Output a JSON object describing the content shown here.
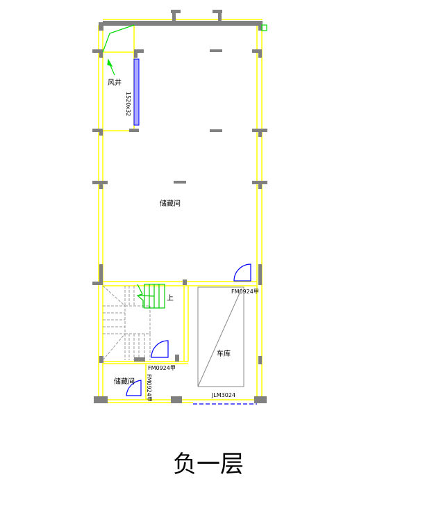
{
  "title": "负一层",
  "rooms": {
    "storage_main": "储藏间",
    "shaft": "风井",
    "shaft_sub": "1520x32",
    "garage": "车库",
    "storage_small": "储藏间",
    "stair_up": "上"
  },
  "doors": {
    "fm_upper": "FM0924甲",
    "fm_lower": "FM0924甲",
    "fm_vertical": "FM0924甲",
    "garage_door": "JLM3024"
  },
  "colors": {
    "wall": "#808080",
    "line": "#ffff00",
    "door": "#0000ff",
    "stair": "#00cc00",
    "outline": "#999999"
  }
}
